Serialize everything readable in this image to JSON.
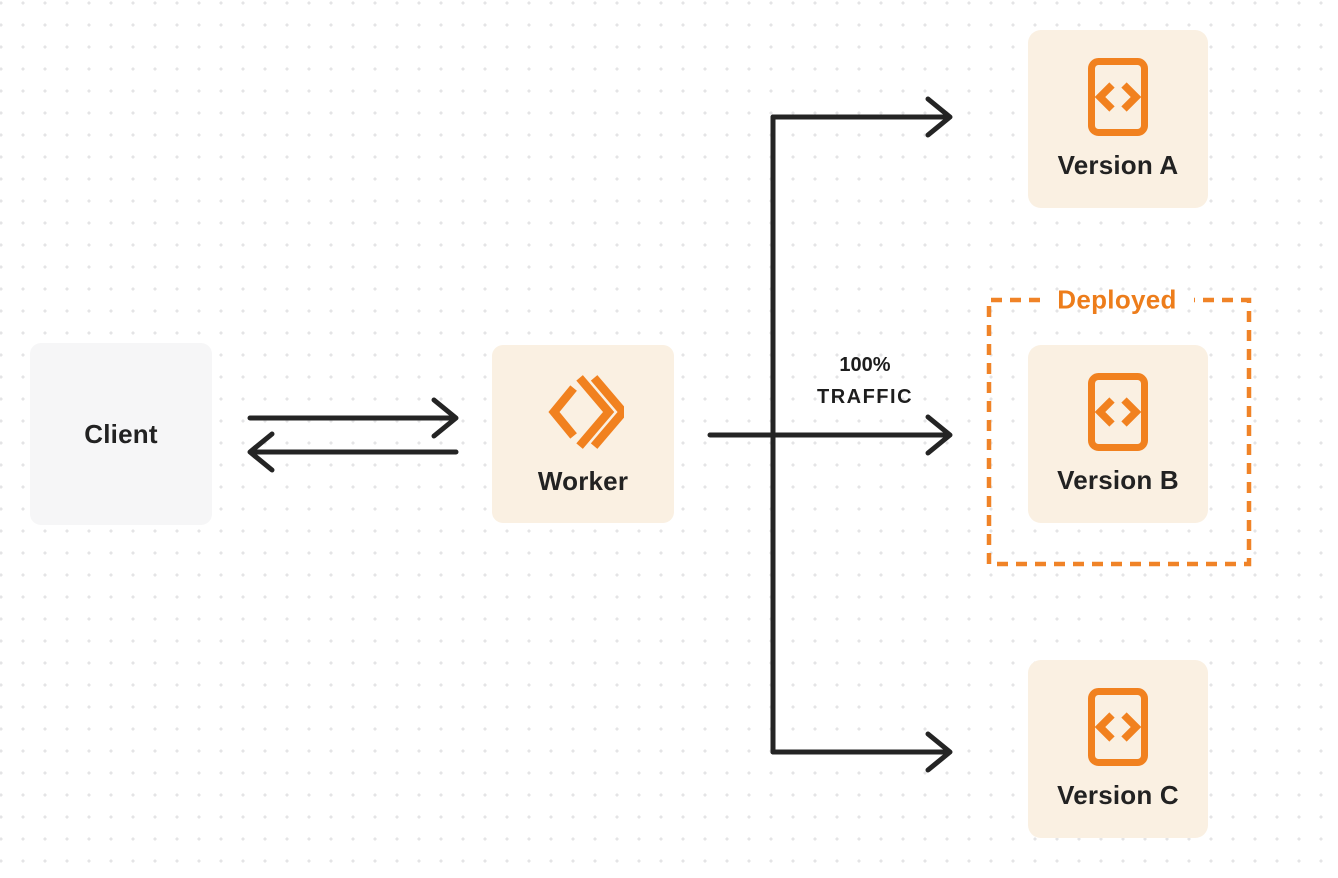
{
  "colors": {
    "accent_orange": "#f1811f",
    "deployed_text_orange": "#ed7d1b",
    "dashed_border_orange": "#f08327",
    "arrow_dark": "#242424",
    "node_cream_background": "#faf0e2",
    "client_background": "#f6f6f7",
    "dot_grid": "#e4e4e6",
    "label_dark": "#222222"
  },
  "diagram": {
    "client": {
      "label": "Client"
    },
    "worker": {
      "label": "Worker"
    },
    "versions": [
      {
        "label": "Version A",
        "deployed": false
      },
      {
        "label": "Version B",
        "deployed": true
      },
      {
        "label": "Version C",
        "deployed": false
      }
    ],
    "deployed_badge": "Deployed",
    "traffic_label": {
      "line1": "100%",
      "line2": "TRAFFIC"
    }
  }
}
